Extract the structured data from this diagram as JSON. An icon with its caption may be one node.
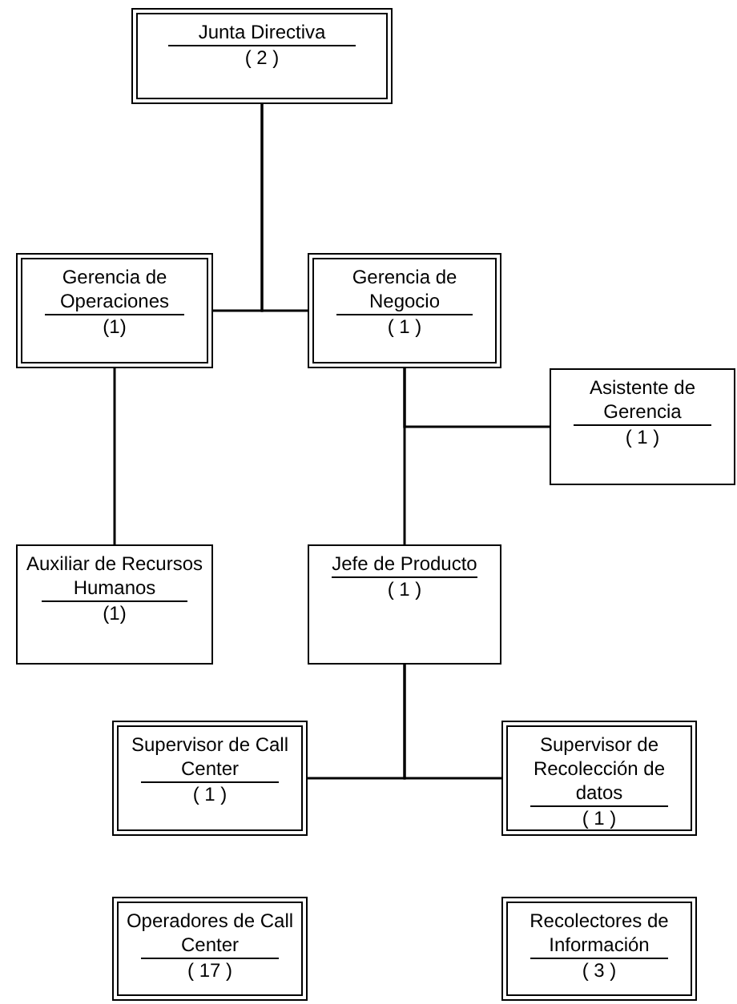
{
  "diagram": {
    "nodes": [
      {
        "text": [
          "Junta Directiva",
          "( 2 )"
        ]
      },
      {
        "text": [
          "Gerencia de Operaciones",
          "(1)"
        ]
      },
      {
        "text": [
          "Gerencia de Negocio",
          "( 1 )"
        ]
      },
      {
        "text": [
          "Asistente de Gerencia",
          "( 1 )"
        ]
      },
      {
        "text": [
          "Auxiliar de Recursos Humanos",
          "(1)"
        ]
      },
      {
        "text": [
          "Jefe de Producto",
          "( 1 )"
        ]
      },
      {
        "text": [
          "Supervisor de Call Center",
          "( 1 )"
        ]
      },
      {
        "text": [
          "Supervisor de Recolección de datos",
          "( 1 )"
        ]
      },
      {
        "text": [
          "Operadores de Call Center",
          "( 17 )"
        ]
      },
      {
        "text": [
          "Recolectores de Información",
          "( 3 )"
        ]
      }
    ],
    "edges": [
      {
        "from": 0,
        "to": 1,
        "arrow": "none"
      },
      {
        "from": 0,
        "to": 2,
        "arrow": "none"
      },
      {
        "from": 1,
        "to": 4,
        "arrow": "none"
      },
      {
        "from": 2,
        "to": 3,
        "arrow": "none"
      },
      {
        "from": 2,
        "to": 5,
        "arrow": "none"
      },
      {
        "from": 5,
        "to": 6,
        "arrow": "none"
      },
      {
        "from": 5,
        "to": 7,
        "arrow": "none"
      }
    ]
  }
}
